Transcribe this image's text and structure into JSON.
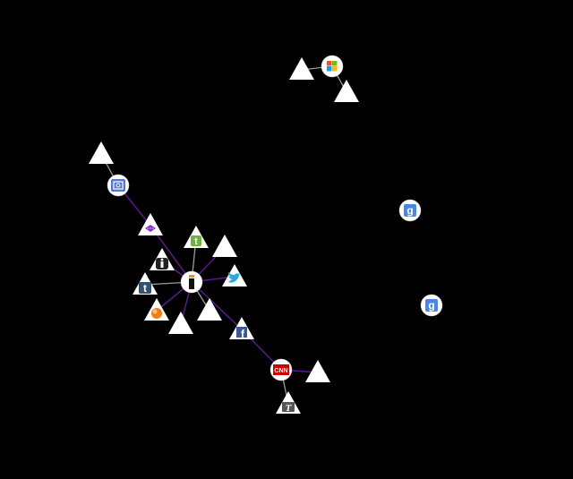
{
  "colors": {
    "background": "#000000",
    "edge_strong": "#5a1a8a",
    "edge_weak": "#9a9a9a",
    "node_fill": "#ffffff"
  },
  "nodes": [
    {
      "id": "n1",
      "shape": "triangle",
      "icon": "none"
    },
    {
      "id": "n2",
      "shape": "circle",
      "icon": "camera-icon"
    },
    {
      "id": "n3",
      "shape": "triangle",
      "icon": "purple-layers-icon"
    },
    {
      "id": "n4",
      "shape": "triangle",
      "icon": "green-tumblr-icon"
    },
    {
      "id": "n5",
      "shape": "triangle",
      "icon": "none"
    },
    {
      "id": "n6",
      "shape": "triangle",
      "icon": "info-icon"
    },
    {
      "id": "n7",
      "shape": "circle",
      "icon": "instapaper-icon"
    },
    {
      "id": "n8",
      "shape": "triangle",
      "icon": "twitter-icon"
    },
    {
      "id": "n9",
      "shape": "triangle",
      "icon": "tumblr-icon"
    },
    {
      "id": "n10",
      "shape": "triangle",
      "icon": "orange-ball-icon"
    },
    {
      "id": "n11",
      "shape": "triangle",
      "icon": "none"
    },
    {
      "id": "n12",
      "shape": "triangle",
      "icon": "none"
    },
    {
      "id": "n13",
      "shape": "triangle",
      "icon": "facebook-icon"
    },
    {
      "id": "n14",
      "shape": "circle",
      "icon": "cnn-icon",
      "logo_text": "CNN"
    },
    {
      "id": "n15",
      "shape": "triangle",
      "icon": "none"
    },
    {
      "id": "n16",
      "shape": "triangle",
      "icon": "newspaper-t-icon"
    },
    {
      "id": "n17",
      "shape": "triangle",
      "icon": "none"
    },
    {
      "id": "n18",
      "shape": "circle",
      "icon": "microsoft-icon"
    },
    {
      "id": "n19",
      "shape": "triangle",
      "icon": "none"
    },
    {
      "id": "n20",
      "shape": "circle",
      "icon": "google-icon"
    },
    {
      "id": "n21",
      "shape": "circle",
      "icon": "google-icon"
    }
  ],
  "edges": [
    {
      "from": "n1",
      "to": "n2",
      "kind": "weak"
    },
    {
      "from": "n2",
      "to": "n3",
      "kind": "strong"
    },
    {
      "from": "n3",
      "to": "n7",
      "kind": "strong"
    },
    {
      "from": "n4",
      "to": "n7",
      "kind": "weak"
    },
    {
      "from": "n5",
      "to": "n7",
      "kind": "strong"
    },
    {
      "from": "n6",
      "to": "n7",
      "kind": "strong"
    },
    {
      "from": "n8",
      "to": "n7",
      "kind": "strong"
    },
    {
      "from": "n9",
      "to": "n7",
      "kind": "weak"
    },
    {
      "from": "n10",
      "to": "n7",
      "kind": "strong"
    },
    {
      "from": "n11",
      "to": "n7",
      "kind": "strong"
    },
    {
      "from": "n12",
      "to": "n7",
      "kind": "weak"
    },
    {
      "from": "n7",
      "to": "n13",
      "kind": "strong"
    },
    {
      "from": "n13",
      "to": "n14",
      "kind": "strong"
    },
    {
      "from": "n14",
      "to": "n15",
      "kind": "strong"
    },
    {
      "from": "n14",
      "to": "n16",
      "kind": "weak"
    },
    {
      "from": "n17",
      "to": "n18",
      "kind": "weak"
    },
    {
      "from": "n18",
      "to": "n19",
      "kind": "weak"
    }
  ]
}
